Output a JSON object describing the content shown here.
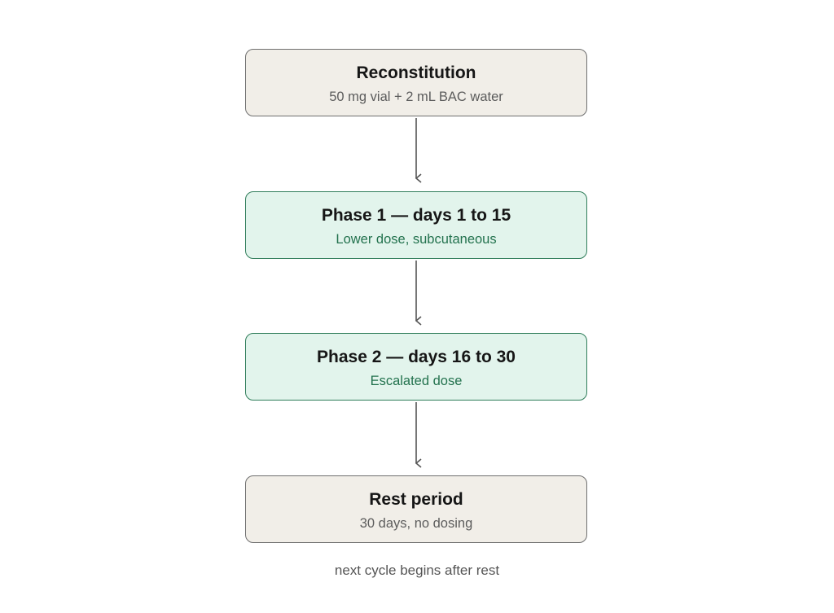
{
  "steps": [
    {
      "title": "Reconstitution",
      "subtitle": "50 mg vial + 2 mL BAC water",
      "style": "neutral"
    },
    {
      "title": "Phase 1 — days 1 to 15",
      "subtitle": "Lower dose, subcutaneous",
      "style": "accent"
    },
    {
      "title": "Phase 2 — days 16 to 30",
      "subtitle": "Escalated dose",
      "style": "accent"
    },
    {
      "title": "Rest period",
      "subtitle": "30 days, no dosing",
      "style": "neutral"
    }
  ],
  "footnote": "next cycle begins after rest",
  "colors": {
    "neutral_fill": "#f1eee8",
    "accent_fill": "#e2f4ec",
    "accent_border": "#2f7d5a",
    "accent_text": "#23724e",
    "arrow": "#555555"
  }
}
